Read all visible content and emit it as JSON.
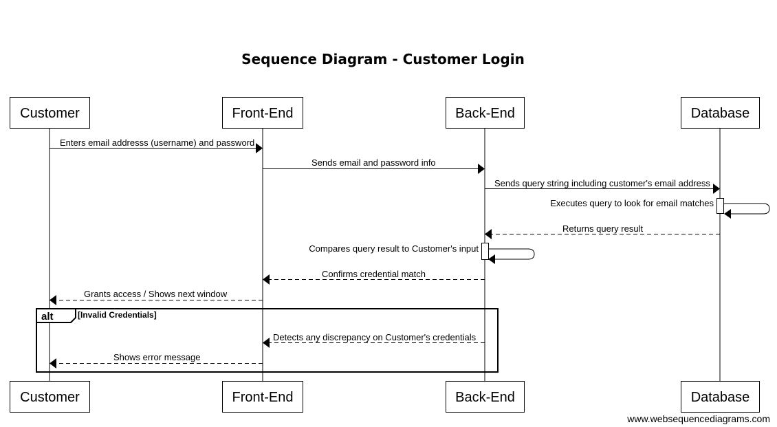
{
  "title": "Sequence Diagram - Customer Login",
  "participants": [
    {
      "id": "customer",
      "label": "Customer"
    },
    {
      "id": "frontend",
      "label": "Front-End"
    },
    {
      "id": "backend",
      "label": "Back-End"
    },
    {
      "id": "database",
      "label": "Database"
    }
  ],
  "messages": [
    {
      "from": "customer",
      "to": "frontend",
      "text": "Enters email addresss (username) and password",
      "style": "solid"
    },
    {
      "from": "frontend",
      "to": "backend",
      "text": "Sends email and password info",
      "style": "solid"
    },
    {
      "from": "backend",
      "to": "database",
      "text": "Sends query string including customer's email address",
      "style": "solid"
    },
    {
      "from": "database",
      "to": "database",
      "text": "Executes query to look for email matches",
      "style": "solid"
    },
    {
      "from": "database",
      "to": "backend",
      "text": "Returns query result",
      "style": "dashed"
    },
    {
      "from": "backend",
      "to": "backend",
      "text": "Compares query result to Customer's input",
      "style": "solid"
    },
    {
      "from": "backend",
      "to": "frontend",
      "text": "Confirms credential match",
      "style": "dashed"
    },
    {
      "from": "frontend",
      "to": "customer",
      "text": "Grants access / Shows next window",
      "style": "dashed"
    },
    {
      "from": "backend",
      "to": "frontend",
      "text": "Detects any discrepancy on Customer's credentials",
      "style": "dashed"
    },
    {
      "from": "frontend",
      "to": "customer",
      "text": "Shows error message",
      "style": "dashed"
    }
  ],
  "alt_frame": {
    "operator": "alt",
    "guard": "[Invalid Credentials]"
  },
  "watermark": "www.websequencediagrams.com"
}
